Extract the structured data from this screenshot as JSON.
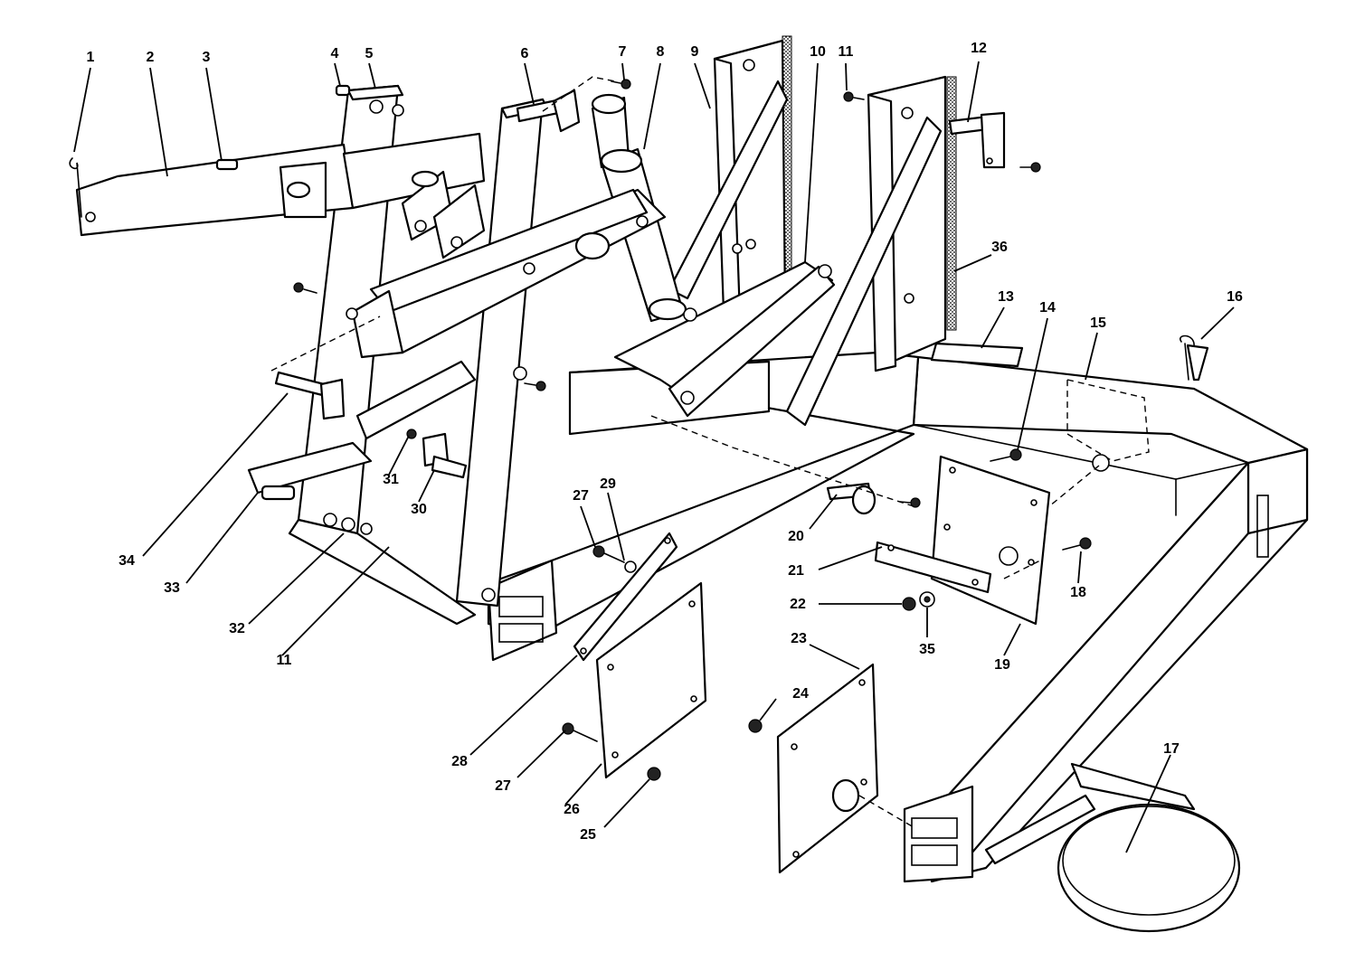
{
  "callouts": [
    {
      "label": "1"
    },
    {
      "label": "2"
    },
    {
      "label": "3"
    },
    {
      "label": "4"
    },
    {
      "label": "5"
    },
    {
      "label": "6"
    },
    {
      "label": "7"
    },
    {
      "label": "8"
    },
    {
      "label": "9"
    },
    {
      "label": "10"
    },
    {
      "label": "11"
    },
    {
      "label": "12"
    },
    {
      "label": "36"
    },
    {
      "label": "13"
    },
    {
      "label": "14"
    },
    {
      "label": "15"
    },
    {
      "label": "16"
    },
    {
      "label": "27"
    },
    {
      "label": "29"
    },
    {
      "label": "31"
    },
    {
      "label": "30"
    },
    {
      "label": "34"
    },
    {
      "label": "33"
    },
    {
      "label": "32"
    },
    {
      "label": "11"
    },
    {
      "label": "20"
    },
    {
      "label": "21"
    },
    {
      "label": "22"
    },
    {
      "label": "35"
    },
    {
      "label": "18"
    },
    {
      "label": "19"
    },
    {
      "label": "23"
    },
    {
      "label": "24"
    },
    {
      "label": "28"
    },
    {
      "label": "27"
    },
    {
      "label": "26"
    },
    {
      "label": "25"
    },
    {
      "label": "17"
    }
  ]
}
